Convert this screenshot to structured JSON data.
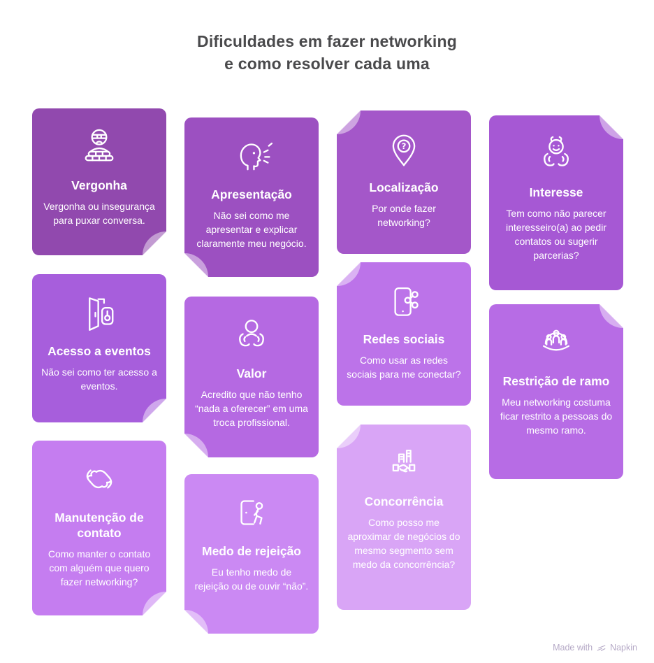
{
  "page": {
    "title_line1": "Dificuldades em fazer networking",
    "title_line2": "e como resolver cada uma"
  },
  "cards": [
    {
      "id": "vergonha",
      "icon": "shy-person-icon",
      "color": "#9149AE",
      "curl": "bottom-right",
      "title": "Vergonha",
      "body": "Vergonha ou insegurança para puxar conversa."
    },
    {
      "id": "acesso-a-eventos",
      "icon": "open-door-key-icon",
      "color": "#A75EDC",
      "curl": "bottom-right",
      "title": "Acesso a eventos",
      "body": "Não sei como ter acesso a eventos."
    },
    {
      "id": "manutencao-de-contato",
      "icon": "gripping-hands-icon",
      "color": "#C57DF0",
      "curl": "bottom-right",
      "title": "Manutenção de contato",
      "body": "Como manter o contato com alguém que quero fazer networking?"
    },
    {
      "id": "apresentacao",
      "icon": "speaking-head-icon",
      "color": "#9C50C1",
      "curl": "bottom-left",
      "title": "Apresentação",
      "body": "Não sei como me apresentar e explicar claramente meu negócio."
    },
    {
      "id": "valor",
      "icon": "hands-holding-person-icon",
      "color": "#B569E2",
      "curl": "bottom-left",
      "title": "Valor",
      "body": "Acredito que não tenho “nada a oferecer” em uma troca profissional."
    },
    {
      "id": "medo-de-rejeicao",
      "icon": "door-rejected-person-icon",
      "color": "#CB89F3",
      "curl": "bottom-left",
      "title": "Medo de rejeição",
      "body": "Eu tenho medo de rejeição ou de ouvir “não”."
    },
    {
      "id": "localizacao",
      "icon": "location-pin-question-icon",
      "color": "#A457C9",
      "curl": "top-left",
      "title": "Localização",
      "body": "Por onde fazer networking?"
    },
    {
      "id": "redes-sociais",
      "icon": "phone-share-icon",
      "color": "#BC73E9",
      "curl": "top-left",
      "title": "Redes sociais",
      "body": "Como usar as redes sociais para me conectar?"
    },
    {
      "id": "concorrencia",
      "icon": "buildings-handshake-icon",
      "color": "#D9A5F6",
      "curl": "top-left",
      "title": "Concorrência",
      "body": "Como posso me aproximar de negócios do mesmo segmento sem medo da concorrência?"
    },
    {
      "id": "interesse",
      "icon": "face-in-hands-icon",
      "color": "#A658D4",
      "curl": "top-right",
      "title": "Interesse",
      "body": "Tem como não parecer interesseiro(a) ao pedir contatos ou sugerir parcerias?"
    },
    {
      "id": "restricao-de-ramo",
      "icon": "people-dome-icon",
      "color": "#B76CE5",
      "curl": "top-right",
      "title": "Restrição de ramo",
      "body": "Meu networking costuma ficar restrito a pessoas do mesmo ramo."
    }
  ],
  "footer": {
    "made_with": "Made with",
    "brand": "Napkin",
    "logo_icon": "napkin-logo-icon"
  }
}
